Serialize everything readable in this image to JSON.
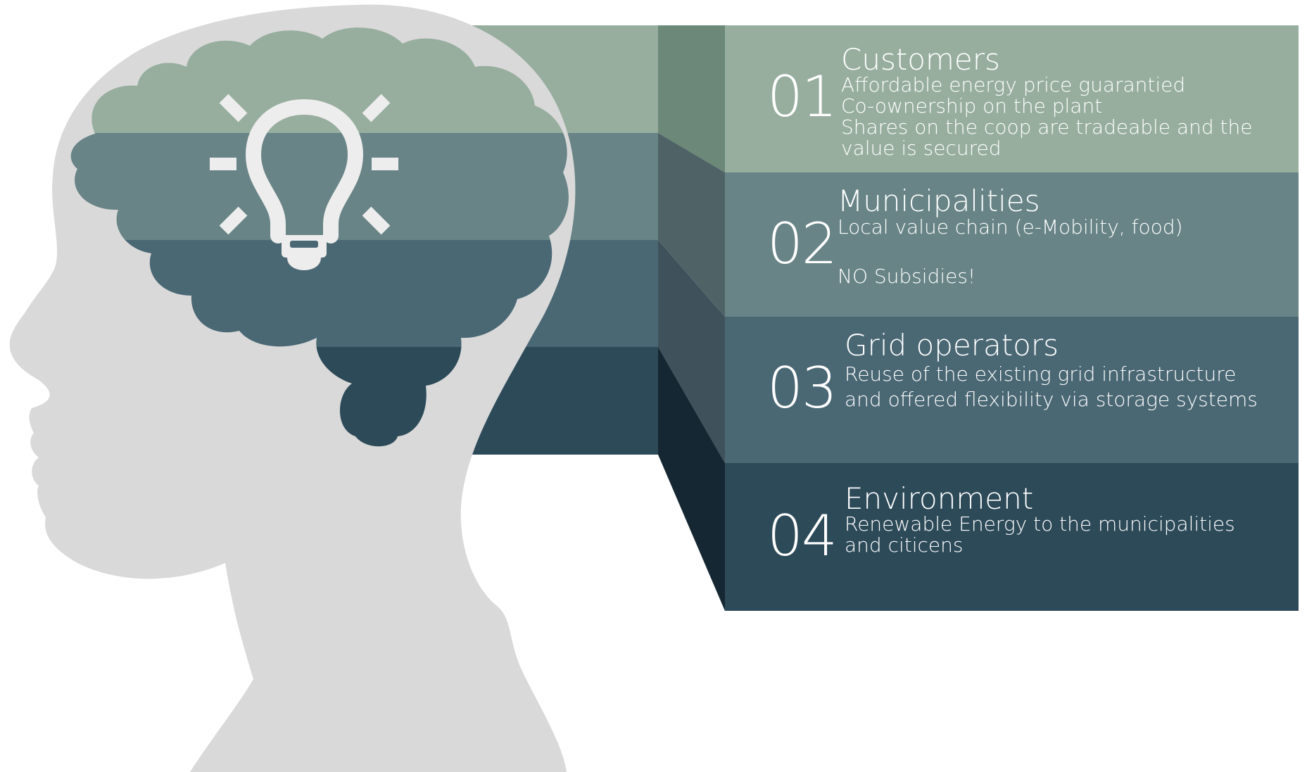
{
  "colors": {
    "head": "#d9d9d9",
    "band1": "#97ae9f",
    "band2": "#688486",
    "band3": "#4a6774",
    "band4": "#2d4a59",
    "side1": "#6b8878",
    "side2": "#4f6366",
    "side3": "#3f525c",
    "side4": "#152732",
    "bulb": "#ededed"
  },
  "icons": {
    "head": "human-head-silhouette",
    "brain": "brain-icon",
    "bulb": "lightbulb-icon"
  },
  "items": [
    {
      "number": "01",
      "title": "Customers",
      "lines": [
        "Affordable energy price guarantied",
        "Co-ownership on the plant",
        "Shares on the coop are tradeable and the value is secured"
      ]
    },
    {
      "number": "02",
      "title": "Municipalities",
      "lines": [
        "Local value chain (e-Mobility, food)",
        "NO Subsidies!"
      ]
    },
    {
      "number": "03",
      "title": "Grid operators",
      "lines": [
        "Reuse of the existing grid infrastructure and offered flexibility via storage systems"
      ]
    },
    {
      "number": "04",
      "title": "Environment",
      "lines": [
        "Renewable Energy to the municipalities and citicens"
      ]
    }
  ]
}
